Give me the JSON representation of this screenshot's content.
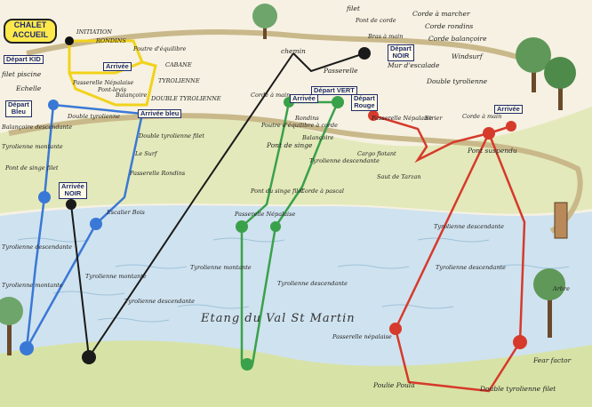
{
  "chalet": {
    "line1": "CHALET",
    "line2": "ACCUEIL"
  },
  "lake": "Etang du Val St Martin",
  "colors": {
    "blue": "#3a78d6",
    "yellow": "#f2d21b",
    "green": "#3aa14b",
    "red": "#d63a2b",
    "black": "#1a1a1a",
    "water": "#cfe2ef",
    "grass": "#d7e3a8"
  },
  "starts": {
    "kid": "Départ KID",
    "bleu_1": "Départ",
    "bleu_2": "Bleu",
    "vert": "Départ VERT",
    "noir_1": "Départ",
    "noir_2": "NOIR",
    "rouge_1": "Départ",
    "rouge_2": "Rouge"
  },
  "arrivals": {
    "kid": "Arrivée",
    "bleu": "Arrivée bleu",
    "noir_1": "Arrivée",
    "noir_2": "NOIR",
    "vert": "Arrivée",
    "rouge": "Arrivée"
  },
  "labels": {
    "initiation": "INITIATION",
    "cabane": "CABANE",
    "tyrolienne": "TYROLIENNE",
    "double_tyrolienne_kid": "DOUBLE TYROLIENNE",
    "passerelle_kid": "Passerelle Népalaise",
    "pont_levis": "Pont-levis",
    "balancoire_kid": "Balançoire",
    "poutre": "Poutre d'équilibre",
    "rondins_kid": "RONDINS",
    "filet_piscine": "filet piscine",
    "echelle": "Echelle",
    "double_tyrolienne_bleu": "Double tyrolienne",
    "balancoire_bleu": "Balançoire descendante",
    "tyrolienne_montante_1": "Tyrolienne montante",
    "pont_de_singe_filet": "Pont de singe filet",
    "double_tyrolienne_filet": "Double tyrolienne filet",
    "le_surf": "Le Surf",
    "passerelle_rondins": "Passerelle Rondins",
    "escalier_bois": "Escalier Bois",
    "tyrolienne_descendante_1": "Tyrolienne descendante",
    "tyrolienne_montante_2": "Tyrolienne montante",
    "tyrolienne_montante_3": "Tyrolienne montante",
    "tyrolienne_descendante_2": "Tyrolienne descendante",
    "chemin": "chemin",
    "filet_top": "filet",
    "pont_de_corde": "Pont de corde",
    "bras_a_main": "Bras à main",
    "passerelle_top": "Passerelle",
    "corde_a_marcher": "Corde à marcher",
    "corde_rondins": "Corde rondins",
    "corde_balancoire": "Corde balançoire",
    "mur_escalade": "Mur d'escalade",
    "windsurf": "Windsurf",
    "double_tyrolienne_top": "Double tyrolienne",
    "corde_a_main": "Corde à main",
    "poutre_vert": "Poutre d'équilibre à corde",
    "rondins_vert": "Rondins",
    "pont_de_singe": "Pont de singe",
    "balancoire_vert": "Balançoire",
    "tyrolienne_descendante_vert": "Tyrolienne descendante",
    "corde_a_pascal": "Corde à pascal",
    "pont_du_singe_filet": "Pont du singe filet",
    "passerelle_nepalaise_vert": "Passerelle Népalaise",
    "tyrolienne_montante_vert": "Tyrolienne montante",
    "tyrolienne_descendante_vert2": "Tyrolienne descendante",
    "passerelle_rouge": "Passerelle Népalaise",
    "corde_a_main_rouge": "Corde à main",
    "etrier": "Etrier",
    "cargo_flottant": "Cargo flotant",
    "saut_de_tarzan": "Saut de Tarzan",
    "pont_suspendu": "Pont suspendu",
    "tyrolienne_descendante_rouge": "Tyrolienne descendante",
    "tyrolienne_descendante_rouge2": "Tyrolienne descendante",
    "passerelle_nepalaise_rouge": "Passerelle népalaise",
    "fear_factor": "Fear factor",
    "poulie_poula": "Poulie Poula",
    "double_tyrolienne_filet_rouge": "Double tyrolienne filet",
    "arbre": "Arbre"
  }
}
